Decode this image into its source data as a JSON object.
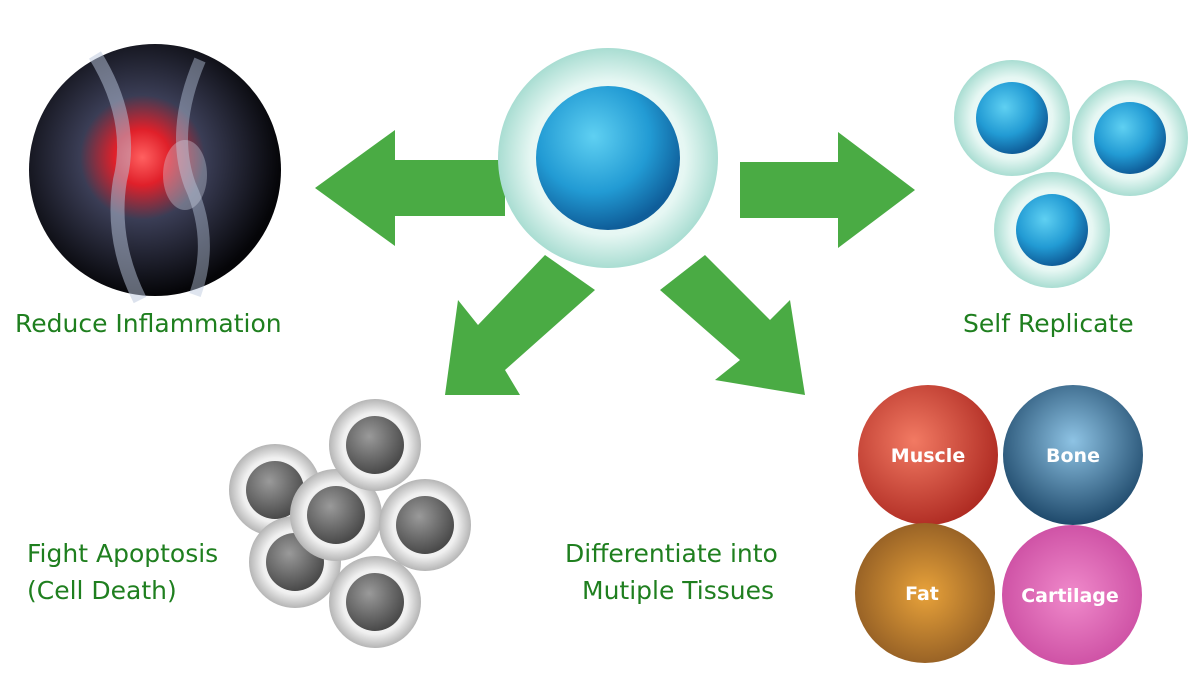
{
  "labels": {
    "reduce_inflammation": "Reduce Inflammation",
    "self_replicate": "Self Replicate",
    "fight_apoptosis_line1": "Fight Apoptosis",
    "fight_apoptosis_line2": "(Cell Death)",
    "differentiate_line1": "Differentiate into",
    "differentiate_line2": "Mutiple Tissues"
  },
  "tissues": {
    "muscle": "Muscle",
    "bone": "Bone",
    "fat": "Fat",
    "cartilage": "Cartilage"
  },
  "colors": {
    "arrow": "#4aab44",
    "label": "#1f7f1f",
    "cell_blue": "#2a9fd6",
    "cell_halo": "#d8f2ee"
  }
}
